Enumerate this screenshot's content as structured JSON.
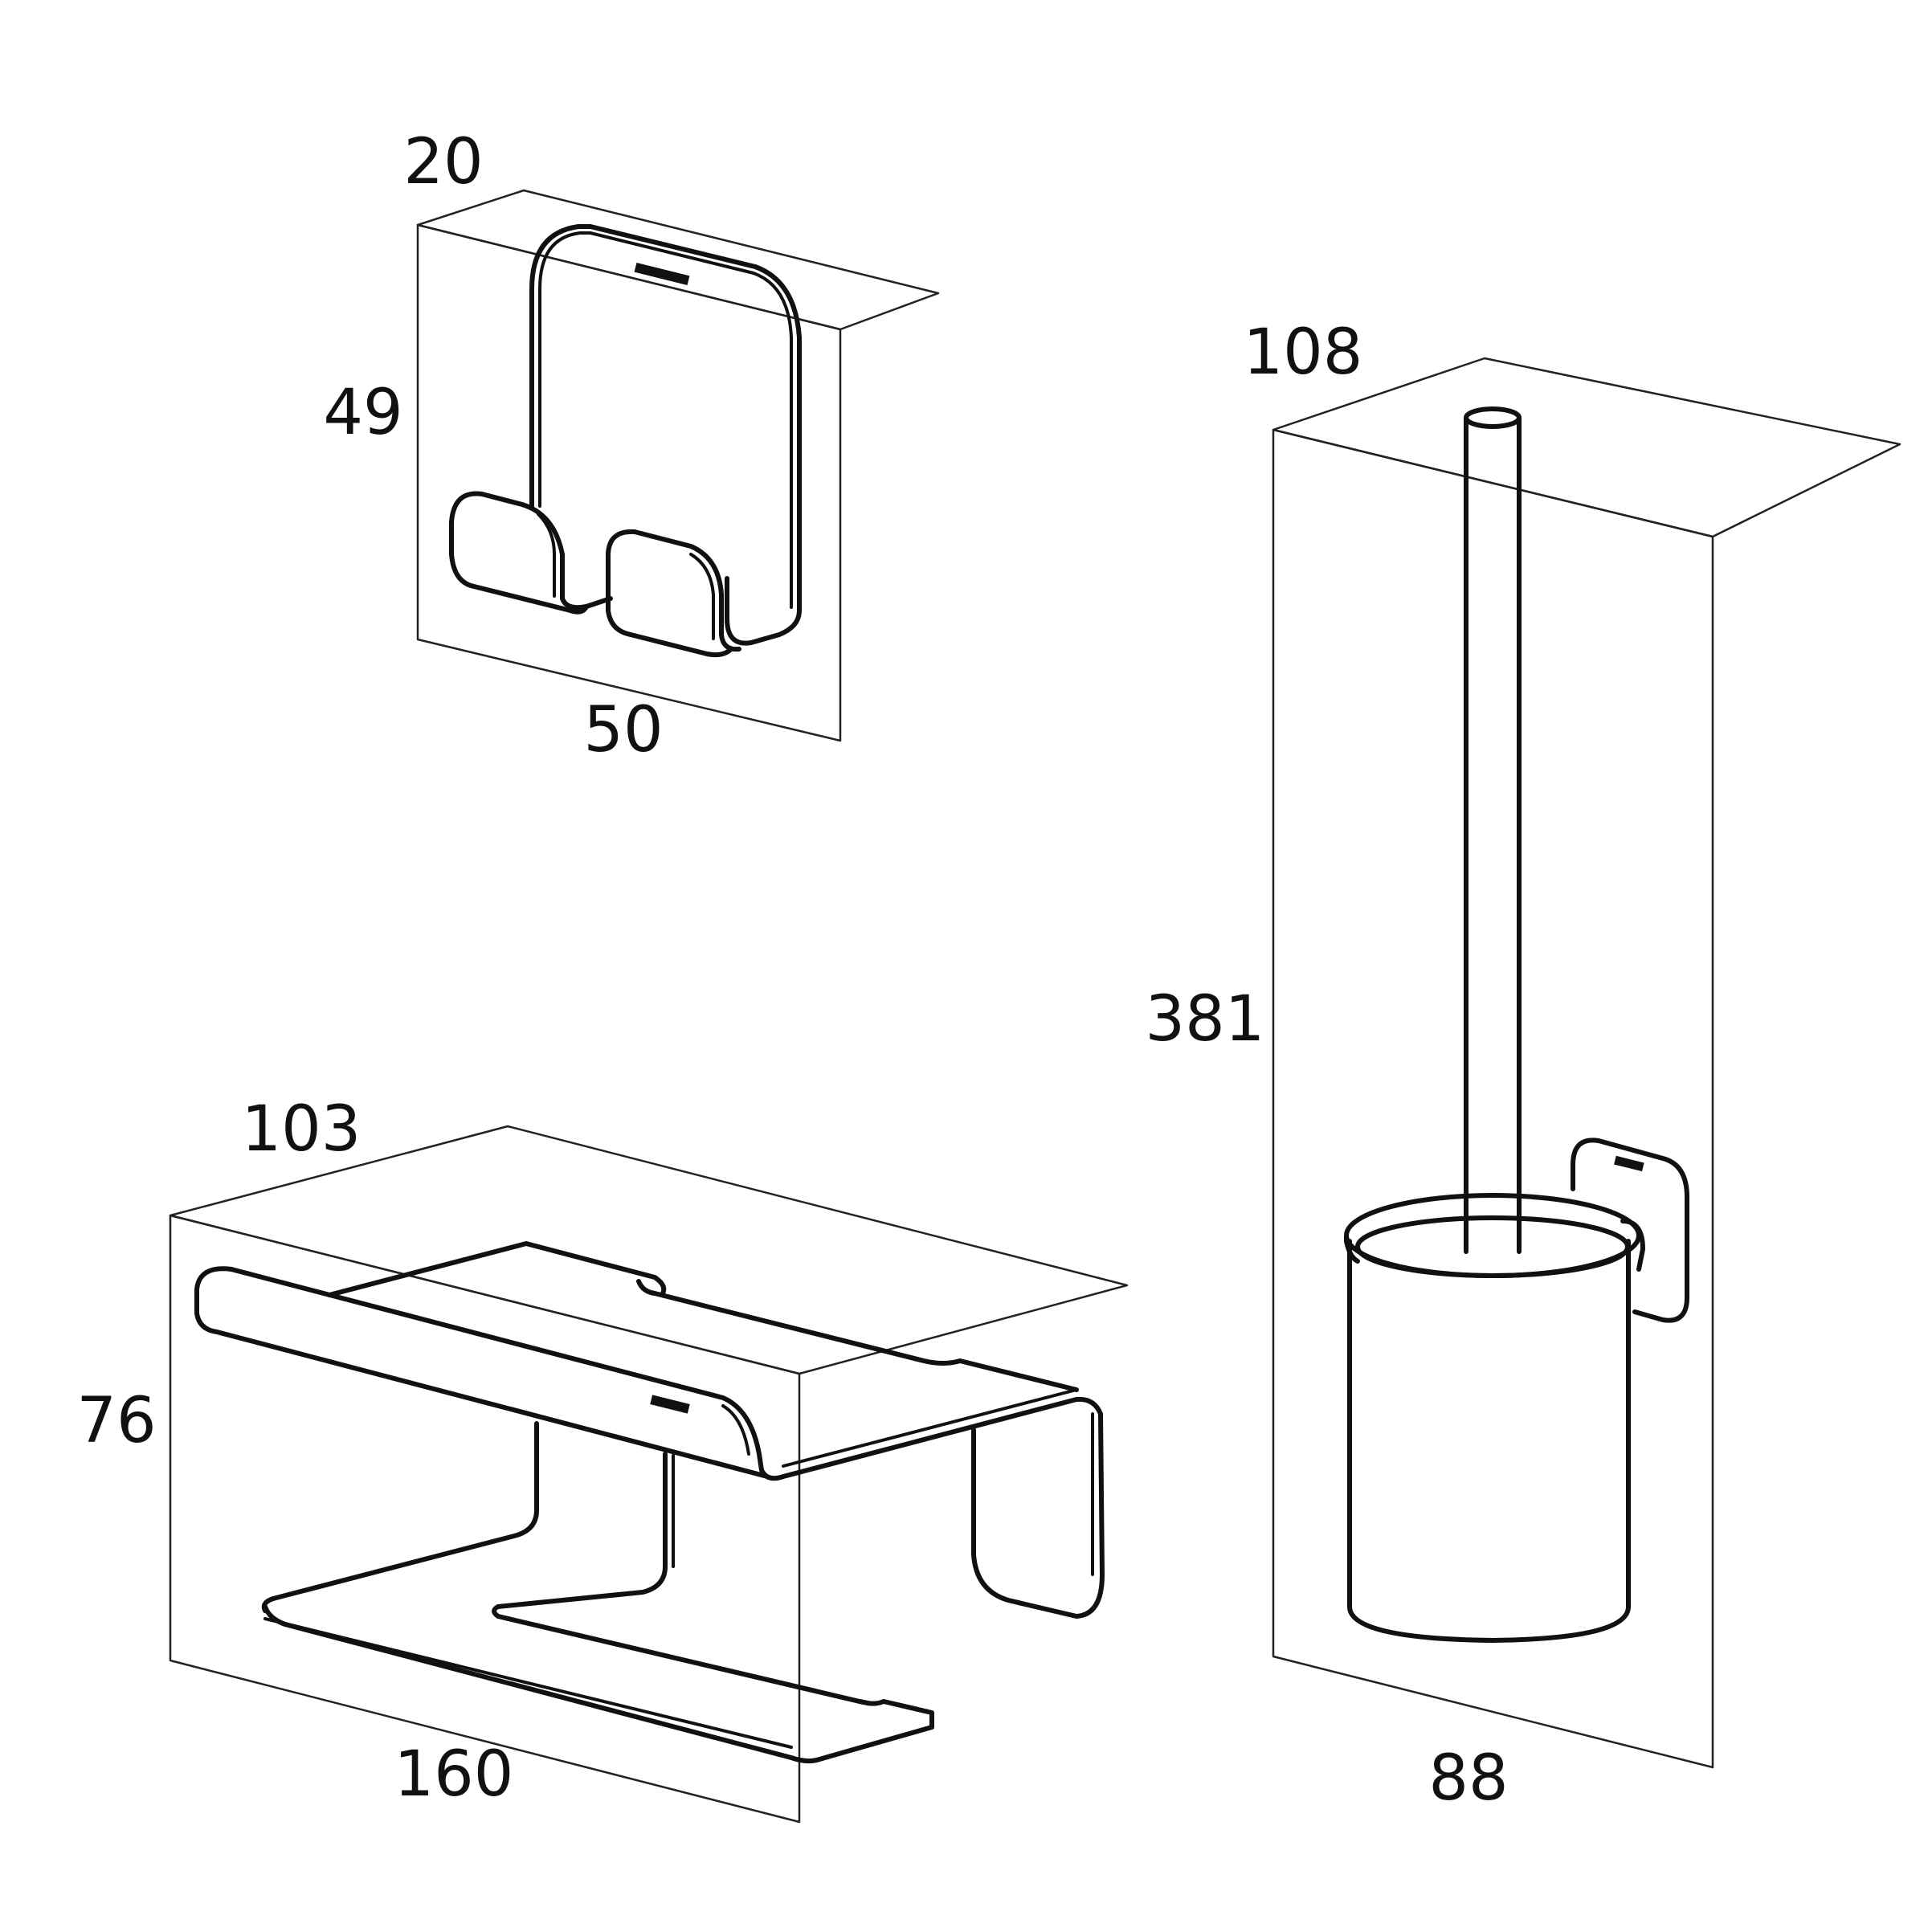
{
  "products": [
    {
      "name": "Double hook",
      "dimensions": {
        "depth": "20",
        "height": "49",
        "width": "50"
      }
    },
    {
      "name": "Toilet brush holder",
      "dimensions": {
        "depth": "108",
        "height": "381",
        "width": "88"
      }
    },
    {
      "name": "Toilet roll holder with shelf",
      "dimensions": {
        "depth": "103",
        "height": "76",
        "width": "160"
      }
    }
  ],
  "colors": {
    "line": "#111111",
    "background": "#ffffff"
  }
}
